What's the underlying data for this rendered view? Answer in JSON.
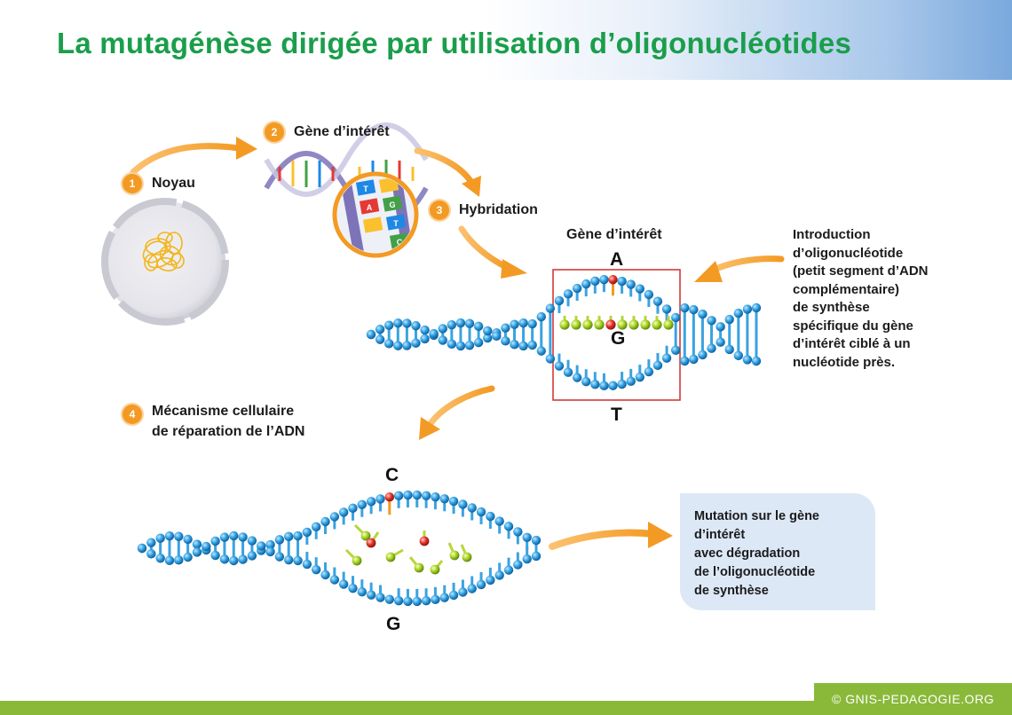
{
  "title": "La mutagénèse dirigée par utilisation d’oligonucléotides",
  "steps": [
    {
      "number": "1",
      "label": "Noyau"
    },
    {
      "number": "2",
      "label": "Gène d’intérêt"
    },
    {
      "number": "3",
      "label": "Hybridation"
    },
    {
      "number": "4",
      "lines": [
        "Mécanisme cellulaire",
        "de réparation de l’ADN"
      ]
    }
  ],
  "gene_label": "Gène d’intérêt",
  "dna_letters": [
    "T",
    "A",
    "G",
    "T",
    "C"
  ],
  "bases": {
    "top": "A",
    "middle": "G",
    "bottom": "T",
    "repair_top": "C",
    "repair_bottom": "G"
  },
  "introduction": [
    "Introduction",
    "d’oligonucléotide",
    "(petit segment d’ADN",
    "complémentaire)",
    "de synthèse",
    "spécifique du gène",
    "d’intérêt ciblé à un",
    "nucléotide près."
  ],
  "result": [
    "Mutation sur le gène",
    "d’intérêt",
    "avec dégradation",
    "de l’oligonucléotide",
    "de synthèse"
  ],
  "copyright": "© GNIS-PEDAGOGIE.ORG",
  "colors": {
    "title": "#1a9e4b",
    "arrow": "#f39a24",
    "dna_ball": "#2e9fe0",
    "dna_rung": "#3aa3e0",
    "mutation": "#e63024",
    "oligo": "#9ccc1c",
    "highlight_box": "#d23a3a",
    "footer": "#8ab93a",
    "result_box": "#dde8f6"
  }
}
